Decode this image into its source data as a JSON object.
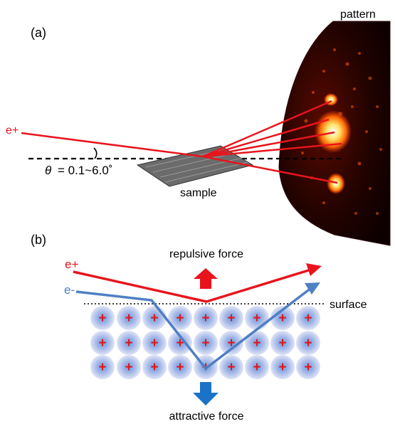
{
  "panel_a": {
    "label": "(a)",
    "beam_label": "e+",
    "angle_symbol": "θ",
    "angle_range": "= 0.1~6.0˚",
    "sample_label": "sample",
    "screen_label": "pattern",
    "colors": {
      "beam": "#e8141c",
      "screen_bg": "#1a0000",
      "spot": "#ff7a00"
    }
  },
  "panel_b": {
    "label": "(b)",
    "positron_label": "e+",
    "electron_label": "e-",
    "surface_label": "surface",
    "repulsive_label": "repulsive force",
    "attractive_label": "attractive force",
    "ion_sign": "+",
    "colors": {
      "positron": "#e8141c",
      "electron": "#4f7fc4",
      "up_arrow": "#e8141c",
      "down_arrow": "#1a72c9",
      "atom": "#b8c3ea"
    }
  }
}
